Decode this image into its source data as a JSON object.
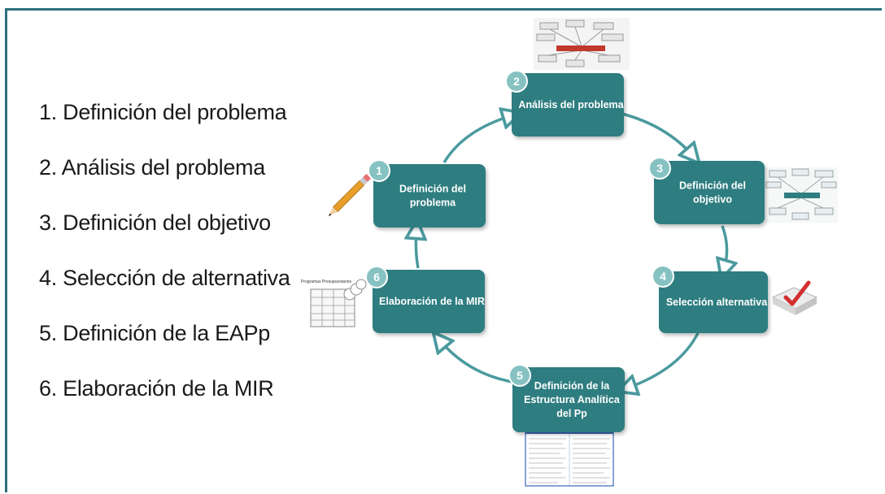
{
  "list": {
    "items": [
      "1. Definición del problema",
      "2. Análisis del problema",
      "3. Definición del objetivo",
      "4. Selección de alternativa",
      "5. Definición de la EAPp",
      "6. Elaboración de la MIR"
    ]
  },
  "cycle": {
    "colors": {
      "node": "#2e7d80",
      "badge": "#87c2c2",
      "arrow": "#4a9a9e",
      "frame": "#2f6f7e"
    },
    "nodes": [
      {
        "number": "1",
        "lines": [
          "Definición del",
          "problema"
        ],
        "icon": "pencil-icon"
      },
      {
        "number": "2",
        "lines": [
          "Análisis del problema"
        ],
        "icon": "problem-tree-icon"
      },
      {
        "number": "3",
        "lines": [
          "Definición del",
          "objetivo"
        ],
        "icon": "objective-tree-icon"
      },
      {
        "number": "4",
        "lines": [
          "Selección alternativa"
        ],
        "icon": "checkbox-check-icon"
      },
      {
        "number": "5",
        "lines": [
          "Definición de la",
          "Estructura Analítica",
          "del Pp"
        ],
        "icon": "document-table-icon"
      },
      {
        "number": "6",
        "lines": [
          "Elaboración de la MIR"
        ],
        "icon": "calendar-table-icon"
      }
    ],
    "icon_caption_6": "Programas Presupuestarios"
  }
}
